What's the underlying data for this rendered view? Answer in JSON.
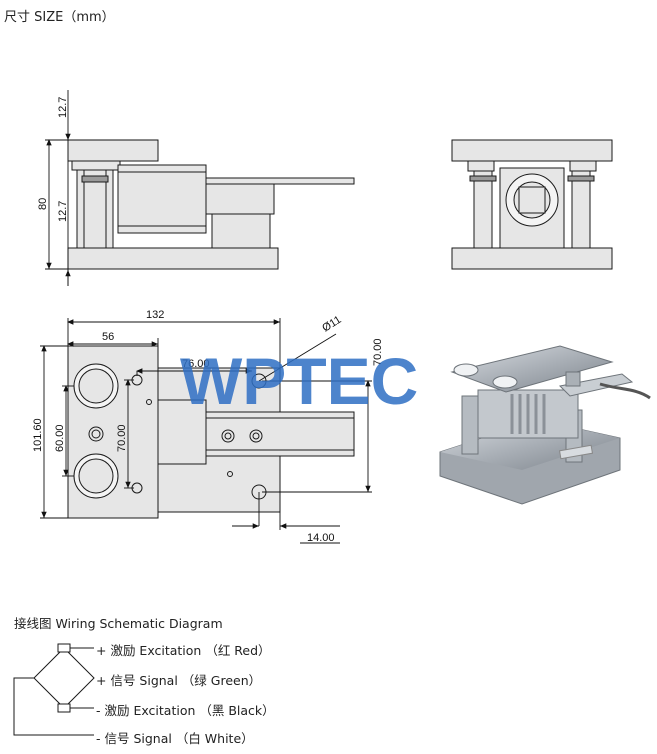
{
  "header": {
    "title": "尺寸 SIZE（mm）"
  },
  "drawing": {
    "side_view": {
      "dim_top": "12.7",
      "dim_total": "80",
      "dim_mid": "12.7"
    },
    "top_view": {
      "dim_width": "132",
      "dim_left": "56",
      "dim_hole_dia": "Ø11",
      "dim_hole_span": "76.00",
      "dim_right_v": "70.00",
      "dim_height": "101.60",
      "dim_inner_v": "60.00",
      "dim_inner_v2": "70.00",
      "dim_offset": "14.00"
    },
    "watermark": "WPTEC"
  },
  "wiring": {
    "title": "接线图  Wiring Schematic Diagram",
    "lines": [
      {
        "label": "+ 激励 Excitation （红 Red）"
      },
      {
        "label": "+ 信号 Signal    （绿 Green）"
      },
      {
        "label": "- 激励 Excitation （黑 Black）"
      },
      {
        "label": "- 信号 Signal    （白 White）"
      }
    ]
  },
  "colors": {
    "line": "#1a1a1a",
    "panel": "#e6e6e6",
    "wm_blue": "#2f6fc4",
    "wm_green": "#3fb35c"
  }
}
